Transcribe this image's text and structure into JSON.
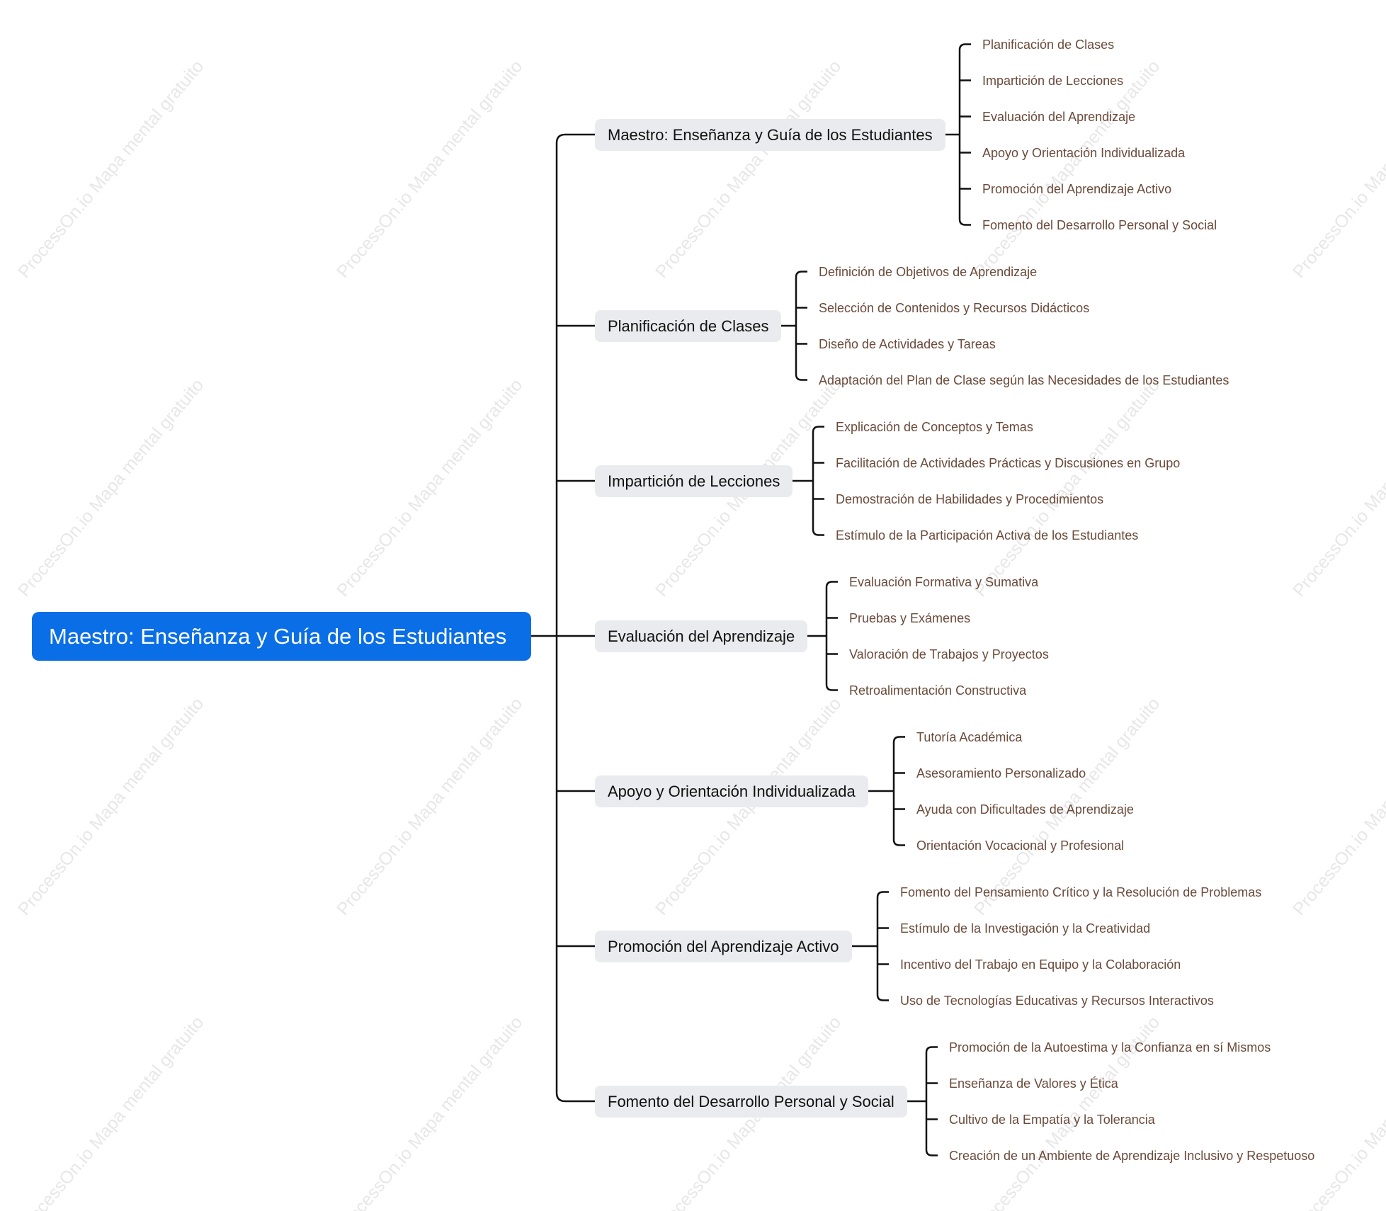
{
  "root": {
    "label": "Maestro: Enseñanza y Guía de los Estudiantes"
  },
  "watermark": "ProcessOn.io Mapa mental gratuito",
  "colors": {
    "root_fill": "#0a6ee6",
    "branch_fill": "#e9ebee",
    "line": "#111111",
    "leaf_text": "#6a4a3a"
  },
  "branches": [
    {
      "label": "Maestro: Enseñanza y Guía de los Estudiantes",
      "children": [
        "Planificación de Clases",
        "Impartición de Lecciones",
        "Evaluación del Aprendizaje",
        "Apoyo y Orientación Individualizada",
        "Promoción del Aprendizaje Activo",
        "Fomento del Desarrollo Personal y Social"
      ]
    },
    {
      "label": "Planificación de Clases",
      "children": [
        "Definición de Objetivos de Aprendizaje",
        "Selección de Contenidos y Recursos Didácticos",
        "Diseño de Actividades y Tareas",
        "Adaptación del Plan de Clase según las Necesidades de los Estudiantes"
      ]
    },
    {
      "label": "Impartición de Lecciones",
      "children": [
        "Explicación de Conceptos y Temas",
        "Facilitación de Actividades Prácticas y Discusiones en Grupo",
        "Demostración de Habilidades y Procedimientos",
        "Estímulo de la Participación Activa de los Estudiantes"
      ]
    },
    {
      "label": "Evaluación del Aprendizaje",
      "children": [
        "Evaluación Formativa y Sumativa",
        "Pruebas y Exámenes",
        "Valoración de Trabajos y Proyectos",
        "Retroalimentación Constructiva"
      ]
    },
    {
      "label": "Apoyo y Orientación Individualizada",
      "children": [
        "Tutoría Académica",
        "Asesoramiento Personalizado",
        "Ayuda con Dificultades de Aprendizaje",
        "Orientación Vocacional y Profesional"
      ]
    },
    {
      "label": "Promoción del Aprendizaje Activo",
      "children": [
        "Fomento del Pensamiento Crítico y la Resolución de Problemas",
        "Estímulo de la Investigación y la Creatividad",
        "Incentivo del Trabajo en Equipo y la Colaboración",
        "Uso de Tecnologías Educativas y Recursos Interactivos"
      ]
    },
    {
      "label": "Fomento del Desarrollo Personal y Social",
      "children": [
        "Promoción de la Autoestima y la Confianza en sí Mismos",
        "Enseñanza de Valores y Ética",
        "Cultivo de la Empatía y la Tolerancia",
        "Creación de un Ambiente de Aprendizaje Inclusivo y Respetuoso"
      ]
    }
  ]
}
